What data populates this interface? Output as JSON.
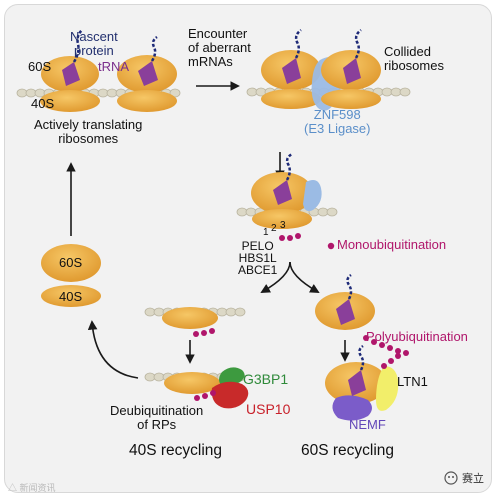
{
  "labels": {
    "nascent_protein": "Nascent\nprotein",
    "trna": "tRNA",
    "subunit_60s": "60S",
    "subunit_40s": "40S",
    "actively_translating": "Actively translating\nribosomes",
    "encounter": "Encounter\nof aberrant\nmRNAs",
    "collided": "Collided\nribosomes",
    "znf598": "ZNF598\n(E3 Ligase)",
    "ub_1": "1",
    "ub_2": "2",
    "ub_3": "3",
    "monoubiquitination": "Monoubiquitination",
    "rescue_factors": "PELO\nHBS1L\nABCE1",
    "polyubiquitination": "Polyubiquitination",
    "g3bp1": "G3BP1",
    "usp10": "USP10",
    "ltn1": "LTN1",
    "nemf": "NEMF",
    "deubiquitination": "Deubiquitination\nof RPs",
    "recycling_40s": "40S recycling",
    "recycling_60s": "60S recycling",
    "free_60s": "60S",
    "free_40s": "40S"
  },
  "branding": {
    "logo_text": "赛立",
    "watermark": "△ 新闻资讯"
  },
  "colors": {
    "ribosome": "#e8a43c",
    "ribosome_light": "#f3c15e",
    "mrna": "#d9d6c8",
    "trna": "#8a3f9a",
    "nascent_chain": "#1e2a78",
    "znf598": "#9bbbe4",
    "ubiquitin": "#b0166b",
    "g3bp1": "#3d9a3f",
    "usp10": "#c82a2a",
    "ltn1": "#f2ee6a",
    "nemf": "#7b5cc9",
    "arrow": "#1a1a1a"
  }
}
